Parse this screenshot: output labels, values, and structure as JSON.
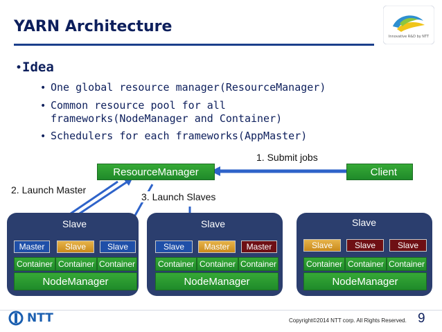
{
  "title": "YARN Architecture",
  "idea": "Idea",
  "bullets": [
    "One global resource manager(ResourceManager)",
    "Common resource pool for all",
    "frameworks(NodeManager and Container)",
    "Schedulers for each frameworks(AppMaster)"
  ],
  "resource_manager": "ResourceManager",
  "client": "Client",
  "notes": {
    "submit": "1. Submit jobs",
    "launch_master": "2. Launch Master",
    "launch_slaves": "3. Launch Slaves"
  },
  "panels": [
    {
      "title": "Slave",
      "roles": [
        "Master",
        "Slave",
        "Slave"
      ],
      "containers": [
        "Container",
        "Container",
        "Container"
      ],
      "node_manager": "NodeManager"
    },
    {
      "title": "Slave",
      "roles": [
        "Slave",
        "Master",
        "Master"
      ],
      "containers": [
        "Container",
        "Container",
        "Container"
      ],
      "node_manager": "NodeManager"
    },
    {
      "title": "Slave",
      "roles": [
        "Slave",
        "Slave",
        "Slave"
      ],
      "containers": [
        "Container",
        "Container",
        "Container"
      ],
      "node_manager": "NodeManager"
    }
  ],
  "colors": {
    "blue_role": "#1f4fa8",
    "orange_role": "#c98a1a",
    "darkred_role": "#6e0f14",
    "panel": "#2b3e6e",
    "green": "#2b9a2f",
    "arrow": "#2e63c9"
  },
  "footer": {
    "brand": "NTT",
    "copyright": "Copyright©2014 NTT corp. All Rights Reserved.",
    "page": "9"
  },
  "logo": {
    "tagline": "Innovative R&D by NTT",
    "icon": "ntt-innovation-logo"
  }
}
